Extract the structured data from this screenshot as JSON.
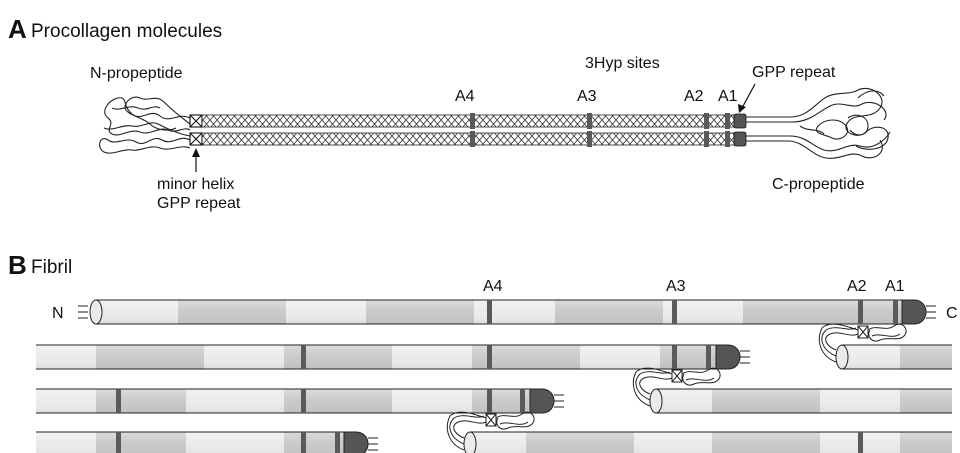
{
  "panel_a": {
    "letter": "A",
    "title": "Procollagen molecules",
    "n_propeptide": "N-propeptide",
    "hyp_sites": "3Hyp sites",
    "gpp_repeat": "GPP repeat",
    "minor_helix_line1": "minor helix",
    "minor_helix_line2": "GPP repeat",
    "c_propeptide": "C-propeptide",
    "site_a4": "A4",
    "site_a3": "A3",
    "site_a2": "A2",
    "site_a1": "A1"
  },
  "panel_b": {
    "letter": "B",
    "title": "Fibril",
    "n_label": "N",
    "c_label": "C",
    "site_a4": "A4",
    "site_a3": "A3",
    "site_a2": "A2",
    "site_a1": "A1"
  },
  "colors": {
    "tube_light": "#ebebeb",
    "tube_dark": "#c9c9c9",
    "marker": "#5a5a5a",
    "cap": "#555555",
    "outline": "#222222"
  }
}
